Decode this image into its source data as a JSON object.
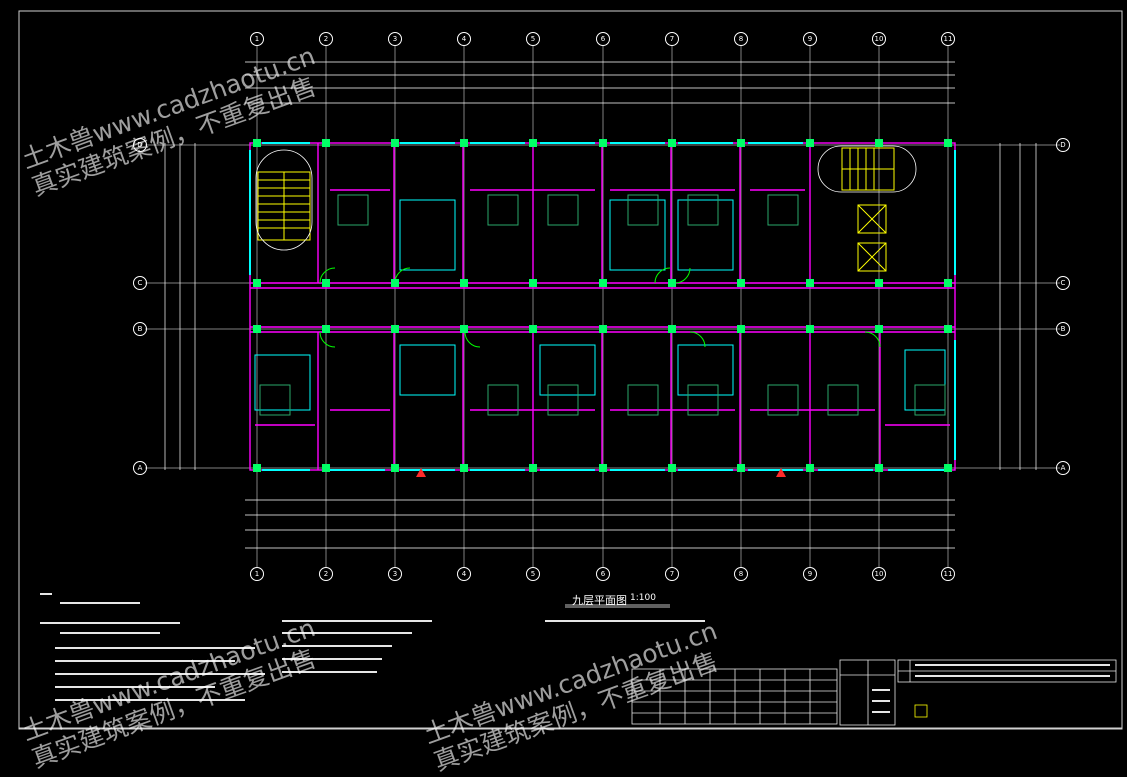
{
  "grid": {
    "columns": [
      "1",
      "2",
      "3",
      "4",
      "5",
      "6",
      "7",
      "8",
      "9",
      "10",
      "11"
    ],
    "rows": [
      "D",
      "C",
      "B",
      "A"
    ]
  },
  "drawing": {
    "title": "九层平面图",
    "scale": "1:100"
  },
  "watermark": {
    "line1": "土木兽www.cadzhaotu.cn",
    "line2": "真实建筑案例，不重复出售"
  },
  "colors": {
    "background": "#000000",
    "walls": "#ff00ff",
    "axis": "#ffffff",
    "dimension": "#ffffff",
    "windows": "#00ffff",
    "doors": "#00ff00",
    "stairs": "#ffff00",
    "labels": "#ffff00",
    "section_mark": "#ff0000"
  }
}
